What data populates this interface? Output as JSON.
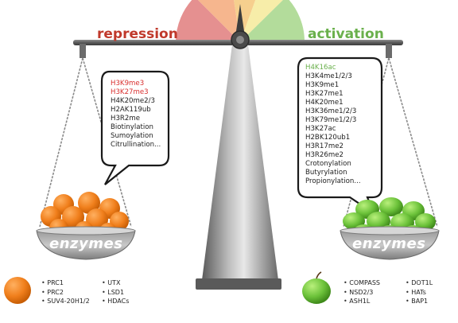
{
  "labels": {
    "repression": "repression",
    "activation": "activation",
    "enzymes_left": "enzymes",
    "enzymes_right": "enzymes"
  },
  "colors": {
    "repression": "#c0392b",
    "activation": "#6ab04c",
    "highlight_repression": "#d9302f",
    "highlight_activation": "#6ab04c",
    "orange": "#f07f1c",
    "apple": "#6cc23a"
  },
  "repression_marks": [
    "H3K9me3",
    "H3K27me3",
    "H4K20me2/3",
    "H2AK119ub",
    "H3R2me",
    "Biotinylation",
    "Sumoylation",
    "Citrullination..."
  ],
  "activation_marks": [
    "H4K16ac",
    "H3K4me1/2/3",
    "H3K9me1",
    "H3K27me1",
    "H4K20me1",
    "H3K36me1/2/3",
    "H3K79me1/2/3",
    "H3K27ac",
    "H2BK120ub1",
    "H3R17me2",
    "H3R26me2",
    "Crotonylation",
    "Butyrylation",
    "Propionylation..."
  ],
  "repression_enzymes": {
    "col1": [
      "PRC1",
      "PRC2",
      "SUV4-20H1/2"
    ],
    "col2": [
      "UTX",
      "LSD1",
      "HDACs"
    ]
  },
  "activation_enzymes": {
    "col1": [
      "COMPASS",
      "NSD2/3",
      "ASH1L"
    ],
    "col2": [
      "DOT1L",
      "HATs",
      "BAP1"
    ]
  }
}
